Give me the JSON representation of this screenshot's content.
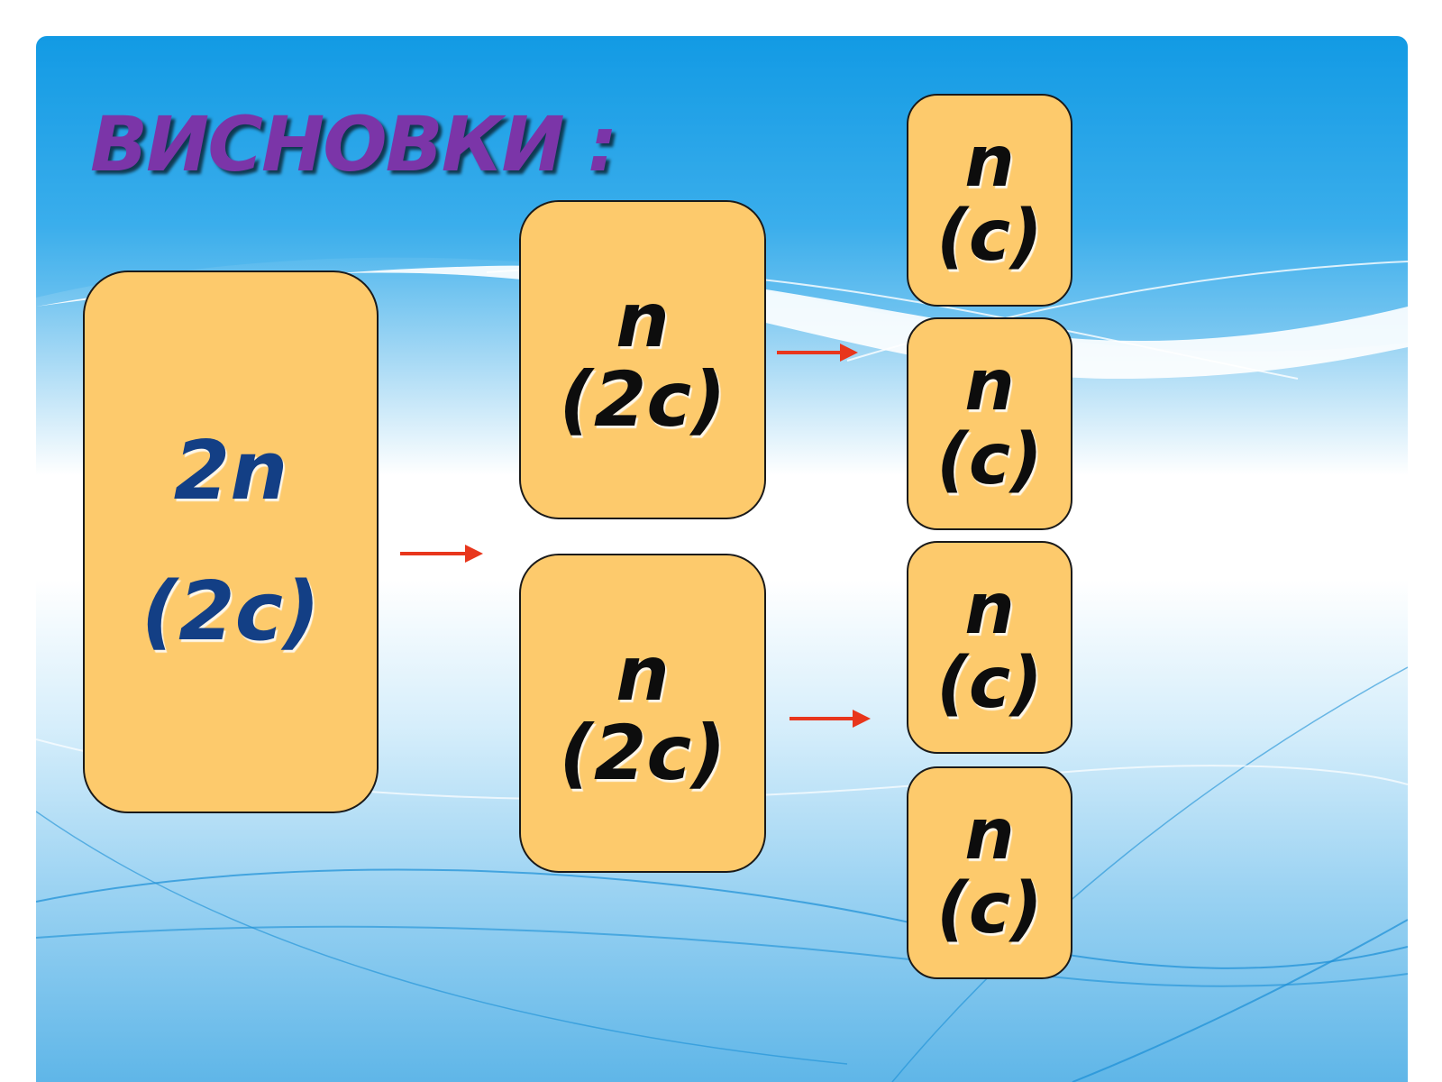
{
  "slide": {
    "title": "ВИСНОВКИ :"
  },
  "diagram": {
    "root": {
      "line1": "2n",
      "line2": "(2c)"
    },
    "middle": [
      {
        "line1": "n",
        "line2": "(2c)"
      },
      {
        "line1": "n",
        "line2": "(2c)"
      }
    ],
    "leaves": [
      {
        "line1": "n",
        "line2": "(c)"
      },
      {
        "line1": "n",
        "line2": "(c)"
      },
      {
        "line1": "n",
        "line2": "(c)"
      },
      {
        "line1": "n",
        "line2": "(c)"
      }
    ]
  },
  "colors": {
    "title": "#7b35a8",
    "box_fill": "#fdca6c",
    "root_text": "#133f85",
    "box_text": "#0d0d0d",
    "arrow": "#e8361c",
    "background_top": "#0a96e2"
  }
}
